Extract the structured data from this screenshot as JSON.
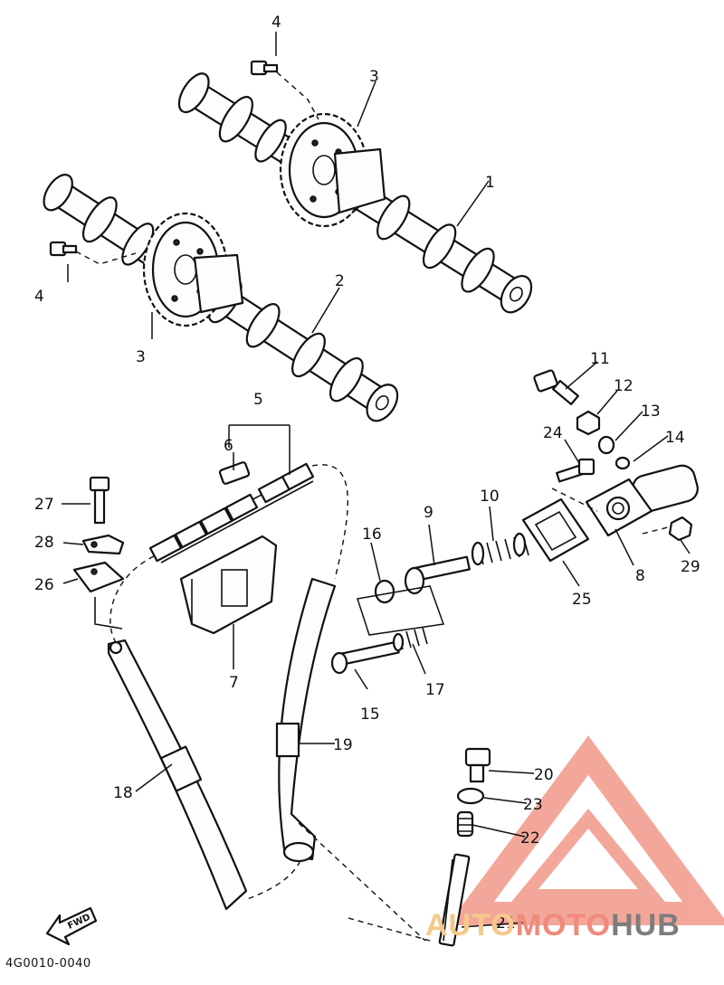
{
  "diagram": {
    "code": "4G0010-0040",
    "fwd_label": "FWD",
    "labels": {
      "n1": "1",
      "n2": "2",
      "n3a": "3",
      "n3b": "3",
      "n4a": "4",
      "n4b": "4",
      "n5": "5",
      "n6": "6",
      "n7": "7",
      "n8": "8",
      "n9": "9",
      "n10": "10",
      "n11": "11",
      "n12": "12",
      "n13": "13",
      "n14": "14",
      "n15": "15",
      "n16": "16",
      "n17": "17",
      "n18": "18",
      "n19": "19",
      "n20": "20",
      "n21": "21",
      "n22": "22",
      "n23": "23",
      "n24": "24",
      "n25": "25",
      "n26": "26",
      "n27": "27",
      "n28": "28",
      "n29": "29"
    }
  },
  "watermark": {
    "auto": "AUTO",
    "moto": "MOTO",
    "hub": "HUB",
    "triangle_color": "#f08a7a",
    "auto_color": "#f5c98a",
    "hub_color": "#7d7d7d"
  }
}
